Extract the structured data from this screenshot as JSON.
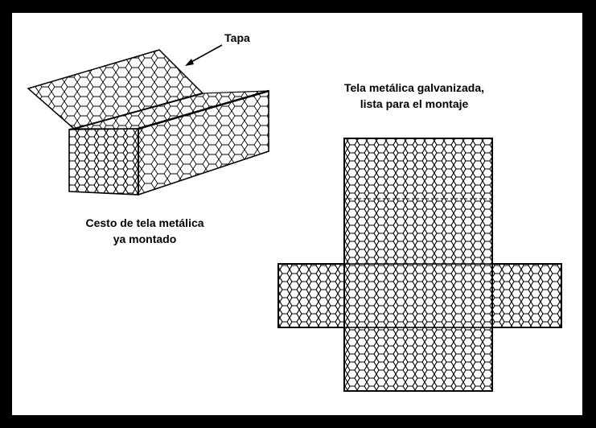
{
  "labels": {
    "lid": "Tapa",
    "flat_mesh_line1": "Tela metálica galvanizada,",
    "flat_mesh_line2": "lista para el montaje",
    "basket_line1": "Cesto de tela metálica",
    "basket_line2": "ya montado"
  },
  "colors": {
    "frame": "#000000",
    "background": "#ffffff",
    "ink": "#000000"
  }
}
